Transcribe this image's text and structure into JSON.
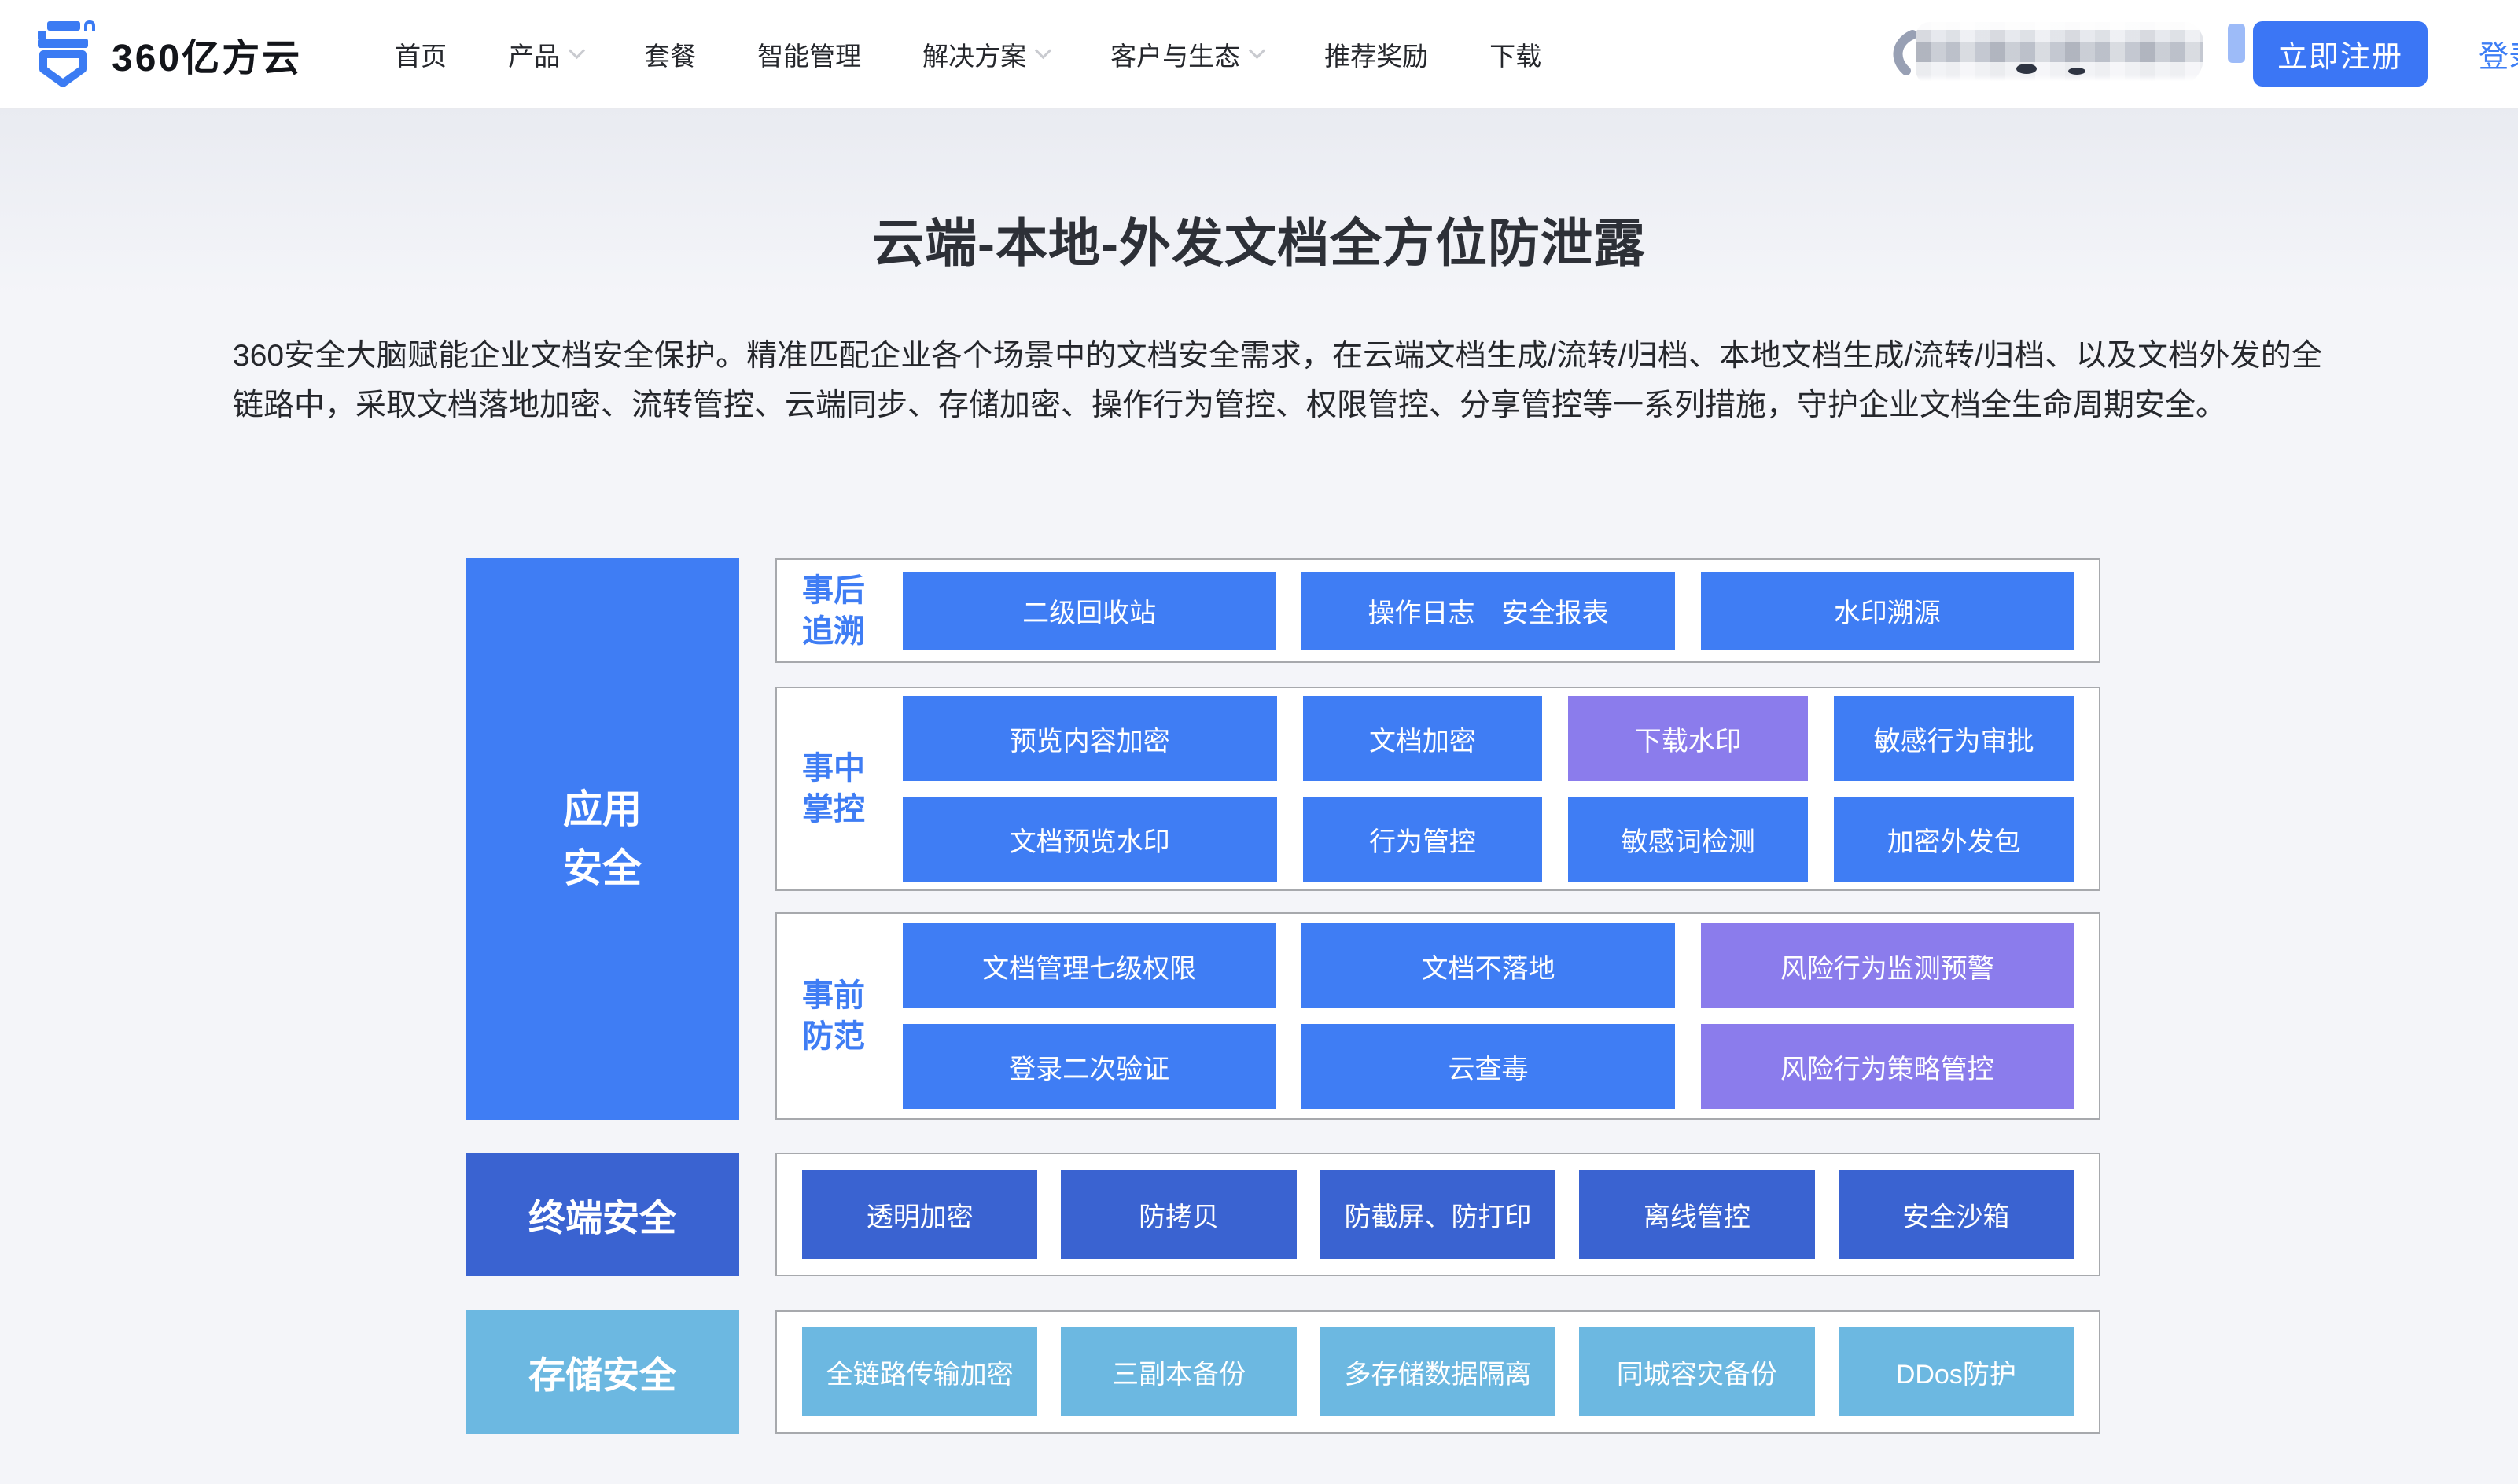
{
  "colors": {
    "app_blue": "#3f7df4",
    "purple": "#8b7cec",
    "terminal_blue": "#3a63d1",
    "storage_blue": "#6cb8e1",
    "accent_blue": "#3b76f5",
    "link_blue": "#3d7ef5",
    "border_gray": "#a7a9ad",
    "text_dark": "#25272c",
    "title_dark": "#2d3037",
    "page_bg": "#f4f5f9"
  },
  "header": {
    "logo_text": "360亿方云",
    "nav": [
      {
        "label": "首页",
        "has_dropdown": false
      },
      {
        "label": "产品",
        "has_dropdown": true
      },
      {
        "label": "套餐",
        "has_dropdown": false
      },
      {
        "label": "智能管理",
        "has_dropdown": false
      },
      {
        "label": "解决方案",
        "has_dropdown": true
      },
      {
        "label": "客户与生态",
        "has_dropdown": true
      },
      {
        "label": "推荐奖励",
        "has_dropdown": false
      },
      {
        "label": "下载",
        "has_dropdown": false
      }
    ],
    "register_label": "立即注册",
    "login_label": "登录"
  },
  "hero": {
    "title": "云端-本地-外发文档全方位防泄露",
    "description": "360安全大脑赋能企业文档安全保护。精准匹配企业各个场景中的文档安全需求，在云端文档生成/流转/归档、本地文档生成/流转/归档、以及文档外发的全链路中，采取文档落地加密、流转管控、云端同步、存储加密、操作行为管控、权限管控、分享管控等一系列措施，守护企业文档全生命周期安全。"
  },
  "diagram": {
    "app": {
      "label": "应用\n安全",
      "sections": [
        {
          "label": "事后\n追溯",
          "rows": [
            [
              {
                "text": "二级回收站"
              },
              {
                "text": "操作日志　安全报表"
              },
              {
                "text": "水印溯源"
              }
            ]
          ]
        },
        {
          "label": "事中\n掌控",
          "rows": [
            [
              {
                "text": "预览内容加密"
              },
              {
                "text": "文档加密"
              },
              {
                "text": "下载水印"
              },
              {
                "text": "敏感行为审批"
              }
            ],
            [
              {
                "text": "文档预览水印"
              },
              {
                "text": "行为管控"
              },
              {
                "text": "敏感词检测"
              },
              {
                "text": "加密外发包"
              }
            ]
          ]
        },
        {
          "label": "事前\n防范",
          "rows": [
            [
              {
                "text": "文档管理七级权限"
              },
              {
                "text": "文档不落地"
              },
              {
                "text": "风险行为监测预警"
              }
            ],
            [
              {
                "text": "登录二次验证"
              },
              {
                "text": "云查毒"
              },
              {
                "text": "风险行为策略管控"
              }
            ]
          ]
        }
      ]
    },
    "terminal": {
      "label": "终端安全",
      "buttons": [
        {
          "text": "透明加密"
        },
        {
          "text": "防拷贝"
        },
        {
          "text": "防截屏、防打印"
        },
        {
          "text": "离线管控"
        },
        {
          "text": "安全沙箱"
        }
      ]
    },
    "storage": {
      "label": "存储安全",
      "buttons": [
        {
          "text": "全链路传输加密"
        },
        {
          "text": "三副本备份"
        },
        {
          "text": "多存储数据隔离"
        },
        {
          "text": "同城容灾备份"
        },
        {
          "text": "DDos防护"
        }
      ]
    }
  }
}
